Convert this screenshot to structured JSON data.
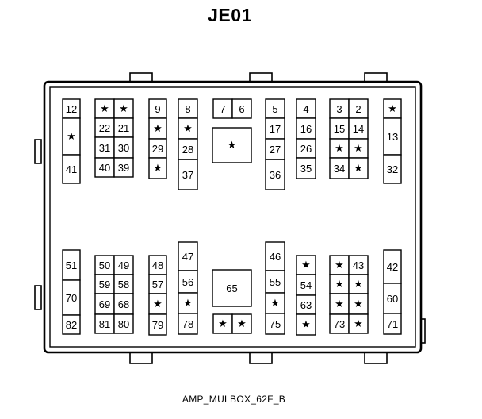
{
  "title": "JE01",
  "caption": "AMP_MULBOX_62F_B",
  "star_symbol": "★",
  "slots": [
    {
      "label": "12"
    },
    {
      "label": "*"
    },
    {
      "label": "41"
    },
    {
      "label": "*"
    },
    {
      "label": "*"
    },
    {
      "label": "22"
    },
    {
      "label": "21"
    },
    {
      "label": "31"
    },
    {
      "label": "30"
    },
    {
      "label": "40"
    },
    {
      "label": "39"
    },
    {
      "label": "9"
    },
    {
      "label": "*"
    },
    {
      "label": "29"
    },
    {
      "label": "*"
    },
    {
      "label": "8"
    },
    {
      "label": "*"
    },
    {
      "label": "28"
    },
    {
      "label": "37"
    },
    {
      "label": "7"
    },
    {
      "label": "6"
    },
    {
      "label": "*"
    },
    {
      "label": "5"
    },
    {
      "label": "17"
    },
    {
      "label": "27"
    },
    {
      "label": "36"
    },
    {
      "label": "4"
    },
    {
      "label": "16"
    },
    {
      "label": "26"
    },
    {
      "label": "35"
    },
    {
      "label": "3"
    },
    {
      "label": "2"
    },
    {
      "label": "15"
    },
    {
      "label": "14"
    },
    {
      "label": "*"
    },
    {
      "label": "*"
    },
    {
      "label": "34"
    },
    {
      "label": "*"
    },
    {
      "label": "*"
    },
    {
      "label": "13"
    },
    {
      "label": "32"
    },
    {
      "label": "51"
    },
    {
      "label": "70"
    },
    {
      "label": "82"
    },
    {
      "label": "50"
    },
    {
      "label": "49"
    },
    {
      "label": "59"
    },
    {
      "label": "58"
    },
    {
      "label": "69"
    },
    {
      "label": "68"
    },
    {
      "label": "81"
    },
    {
      "label": "80"
    },
    {
      "label": "48"
    },
    {
      "label": "57"
    },
    {
      "label": "*"
    },
    {
      "label": "79"
    },
    {
      "label": "47"
    },
    {
      "label": "56"
    },
    {
      "label": "*"
    },
    {
      "label": "78"
    },
    {
      "label": "65"
    },
    {
      "label": "*"
    },
    {
      "label": "*"
    },
    {
      "label": "46"
    },
    {
      "label": "55"
    },
    {
      "label": "*"
    },
    {
      "label": "75"
    },
    {
      "label": "*"
    },
    {
      "label": "54"
    },
    {
      "label": "63"
    },
    {
      "label": "*"
    },
    {
      "label": "*"
    },
    {
      "label": "43"
    },
    {
      "label": "*"
    },
    {
      "label": "*"
    },
    {
      "label": "*"
    },
    {
      "label": "*"
    },
    {
      "label": "73"
    },
    {
      "label": "*"
    },
    {
      "label": "42"
    },
    {
      "label": "60"
    },
    {
      "label": "71"
    }
  ]
}
